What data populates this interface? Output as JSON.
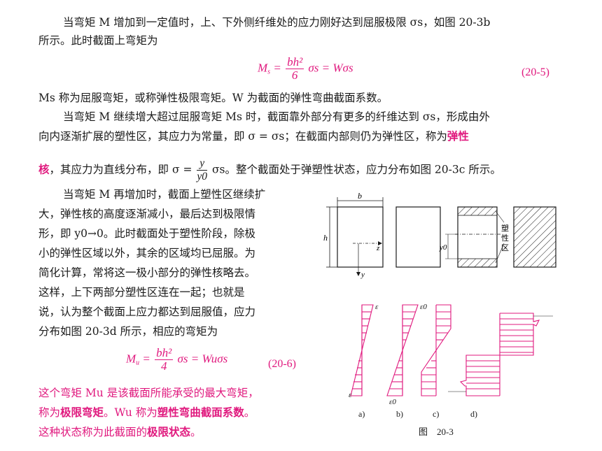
{
  "para1": {
    "line1": "当弯矩 M 增加到一定值时，上、下外侧纤维处的应力刚好达到屈服极限 σs，如图 20-3b",
    "line2": "所示。此时截面上弯矩为"
  },
  "eq5": {
    "lhs": "M",
    "lhs_sub": "s",
    "eq1": "=",
    "num": "bh²",
    "den": "6",
    "rhs": "σs = Wσs",
    "number": "(20-5)"
  },
  "para2": {
    "line1": "Ms 称为屈服弯矩，或称弹性极限弯矩。W 为截面的弹性弯曲截面系数。"
  },
  "para3": {
    "line1": "当弯矩 M 继续增大超过屈服弯矩 Ms 时，截面靠外部分有更多的纤维达到 σs，形成由外",
    "line2a": "向内逐渐扩展的塑性区，其应力为常量，即 σ = σs；在截面内部则仍为弹性区，称为",
    "line2b": "弹性",
    "line3a": "核",
    "line3b": "，其应力为直线分布，即 σ =",
    "line3_num": "y",
    "line3_den": "y0",
    "line3c": "σs。整个截面处于弹塑性状态，应力分布如图 20-3c 所示。"
  },
  "para4": {
    "lines": [
      "当弯矩 M 再增加时，截面上塑性区继续扩",
      "大，弹性核的高度逐渐减小，最后达到极限情",
      "形，即 y0→0。此时截面处于塑性阶段，除极",
      "小的弹性区域以外，其余的区域均已屈服。为",
      "简化计算，常将这一极小部分的弹性核略去。",
      "这样，上下两部分塑性区连在一起；也就是",
      "说，认为整个截面上应力都达到屈服值，应力",
      "分布如图 20-3d 所示，相应的弯矩为"
    ]
  },
  "eq6": {
    "lhs": "M",
    "lhs_sub": "u",
    "num": "bh²",
    "den": "4",
    "rhs": "σs = Wuσs",
    "number": "(20-6)"
  },
  "para5": {
    "line1a": "这个弯矩 Mu 是该截面所能承受的最大弯矩，",
    "line2a": "称为",
    "line2b": "极限弯矩",
    "line2c": "。Wu 称为",
    "line2d": "塑性弯曲截面系数",
    "line2e": "。",
    "line3a": "这种状态称为此截面的",
    "line3b": "极限状态",
    "line3c": "。"
  },
  "figure": {
    "label_b": "b",
    "label_h": "h",
    "label_z": "z",
    "label_y": "y",
    "label_y0": "y0",
    "plastic_zone": [
      "塑",
      "性",
      "区"
    ],
    "eps": "ε",
    "eps0": "ε0",
    "sub_a": "a)",
    "sub_b": "b)",
    "sub_c": "c)",
    "sub_d": "d)",
    "caption": "图　20-3"
  },
  "colors": {
    "accent": "#e0197e",
    "text": "#1a1a1a"
  }
}
